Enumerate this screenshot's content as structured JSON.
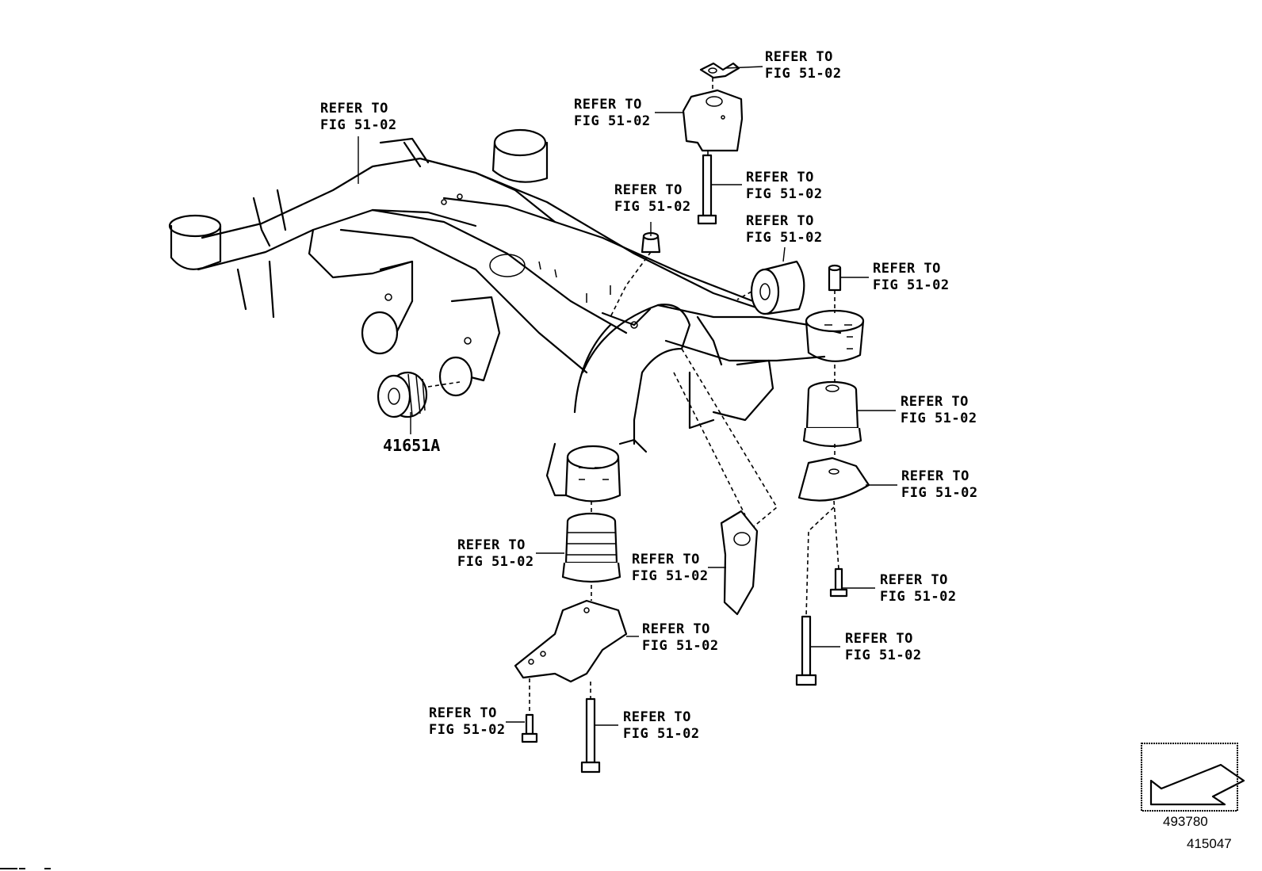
{
  "diagram": {
    "type": "exploded parts diagram",
    "subject": "rear suspension member (subframe) with bushings, mounts and bolts",
    "callouts": [
      {
        "id": "c1",
        "line1": "REFER TO",
        "line2": "FIG 51-02",
        "part": "stopper plate (top)"
      },
      {
        "id": "c2",
        "line1": "REFER TO",
        "line2": "FIG 51-02",
        "part": "upper mount bracket"
      },
      {
        "id": "c3",
        "line1": "REFER TO",
        "line2": "FIG 51-02",
        "part": "member frame left"
      },
      {
        "id": "c4",
        "line1": "REFER TO",
        "line2": "FIG 51-02",
        "part": "long bolt (upper)"
      },
      {
        "id": "c5",
        "line1": "REFER TO",
        "line2": "FIG 51-02",
        "part": "small plug"
      },
      {
        "id": "c6",
        "line1": "REFER TO",
        "line2": "FIG 51-02",
        "part": "cylindrical bushing"
      },
      {
        "id": "c7",
        "line1": "REFER TO",
        "line2": "FIG 51-02",
        "part": "collar"
      },
      {
        "id": "c8",
        "line1": "REFER TO",
        "line2": "FIG 51-02",
        "part": "right mount cushion"
      },
      {
        "id": "c9",
        "line1": "REFER TO",
        "line2": "FIG 51-02",
        "part": "right stopper cone"
      },
      {
        "id": "c10",
        "line1": "REFER TO",
        "line2": "FIG 51-02",
        "part": "left mount cushion"
      },
      {
        "id": "c11",
        "line1": "REFER TO",
        "line2": "FIG 51-02",
        "part": "bracket plate"
      },
      {
        "id": "c12",
        "line1": "REFER TO",
        "line2": "FIG 51-02",
        "part": "right short bolt"
      },
      {
        "id": "c13",
        "line1": "REFER TO",
        "line2": "FIG 51-02",
        "part": "left lower bracket"
      },
      {
        "id": "c14",
        "line1": "REFER TO",
        "line2": "FIG 51-02",
        "part": "right long bolt"
      },
      {
        "id": "c15",
        "line1": "REFER TO",
        "line2": "FIG 51-02",
        "part": "left short bolt"
      },
      {
        "id": "c16",
        "line1": "REFER TO",
        "line2": "FIG 51-02",
        "part": "left long bolt"
      }
    ],
    "part_numbers": [
      {
        "id": "p1",
        "label": "41651A",
        "part": "differential mount bushing"
      }
    ],
    "orientation_icon": "front-arrow-icon",
    "figure_number": "493780",
    "sheet_number": "415047"
  }
}
